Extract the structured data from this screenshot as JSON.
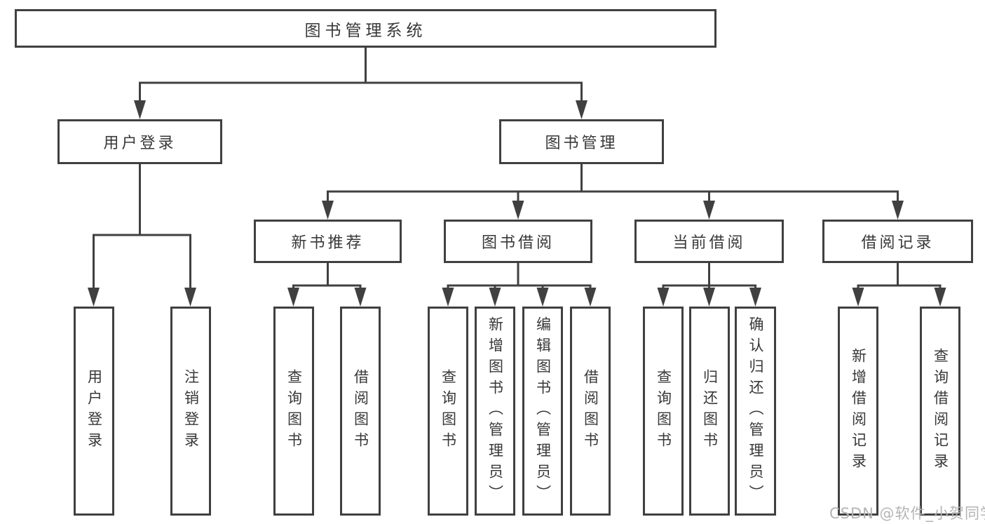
{
  "watermark": "CSDN @软件_小贺同学",
  "colors": {
    "line": "#404040",
    "text": "#383838",
    "background": "#ffffff",
    "watermark": "#b4b4b4"
  },
  "nodes": {
    "root": {
      "label": "图书管理系统"
    },
    "user_login": {
      "label": "用户登录"
    },
    "book_management": {
      "label": "图书管理"
    },
    "new_book_recommend": {
      "label": "新书推荐"
    },
    "book_borrowing": {
      "label": "图书借阅"
    },
    "current_borrowing": {
      "label": "当前借阅"
    },
    "borrowing_records": {
      "label": "借阅记录"
    },
    "leaf_user_login": {
      "label": "用户登录"
    },
    "leaf_logout_login": {
      "label": "注销登录"
    },
    "leaf_query_books_recommend": {
      "label": "查询图书"
    },
    "leaf_borrow_books_recommend": {
      "label": "借阅图书"
    },
    "leaf_query_books_borrowing": {
      "label": "查询图书"
    },
    "leaf_add_books_admin": {
      "label": "新增图书（管理员）"
    },
    "leaf_edit_books_admin": {
      "label": "编辑图书（管理员）"
    },
    "leaf_borrow_books_borrowing": {
      "label": "借阅图书"
    },
    "leaf_query_books_current": {
      "label": "查询图书"
    },
    "leaf_return_books": {
      "label": "归还图书"
    },
    "leaf_confirm_return_admin": {
      "label": "确认归还（管理员）"
    },
    "leaf_add_borrow_record": {
      "label": "新增借阅记录"
    },
    "leaf_query_borrow_record": {
      "label": "查询借阅记录"
    }
  }
}
